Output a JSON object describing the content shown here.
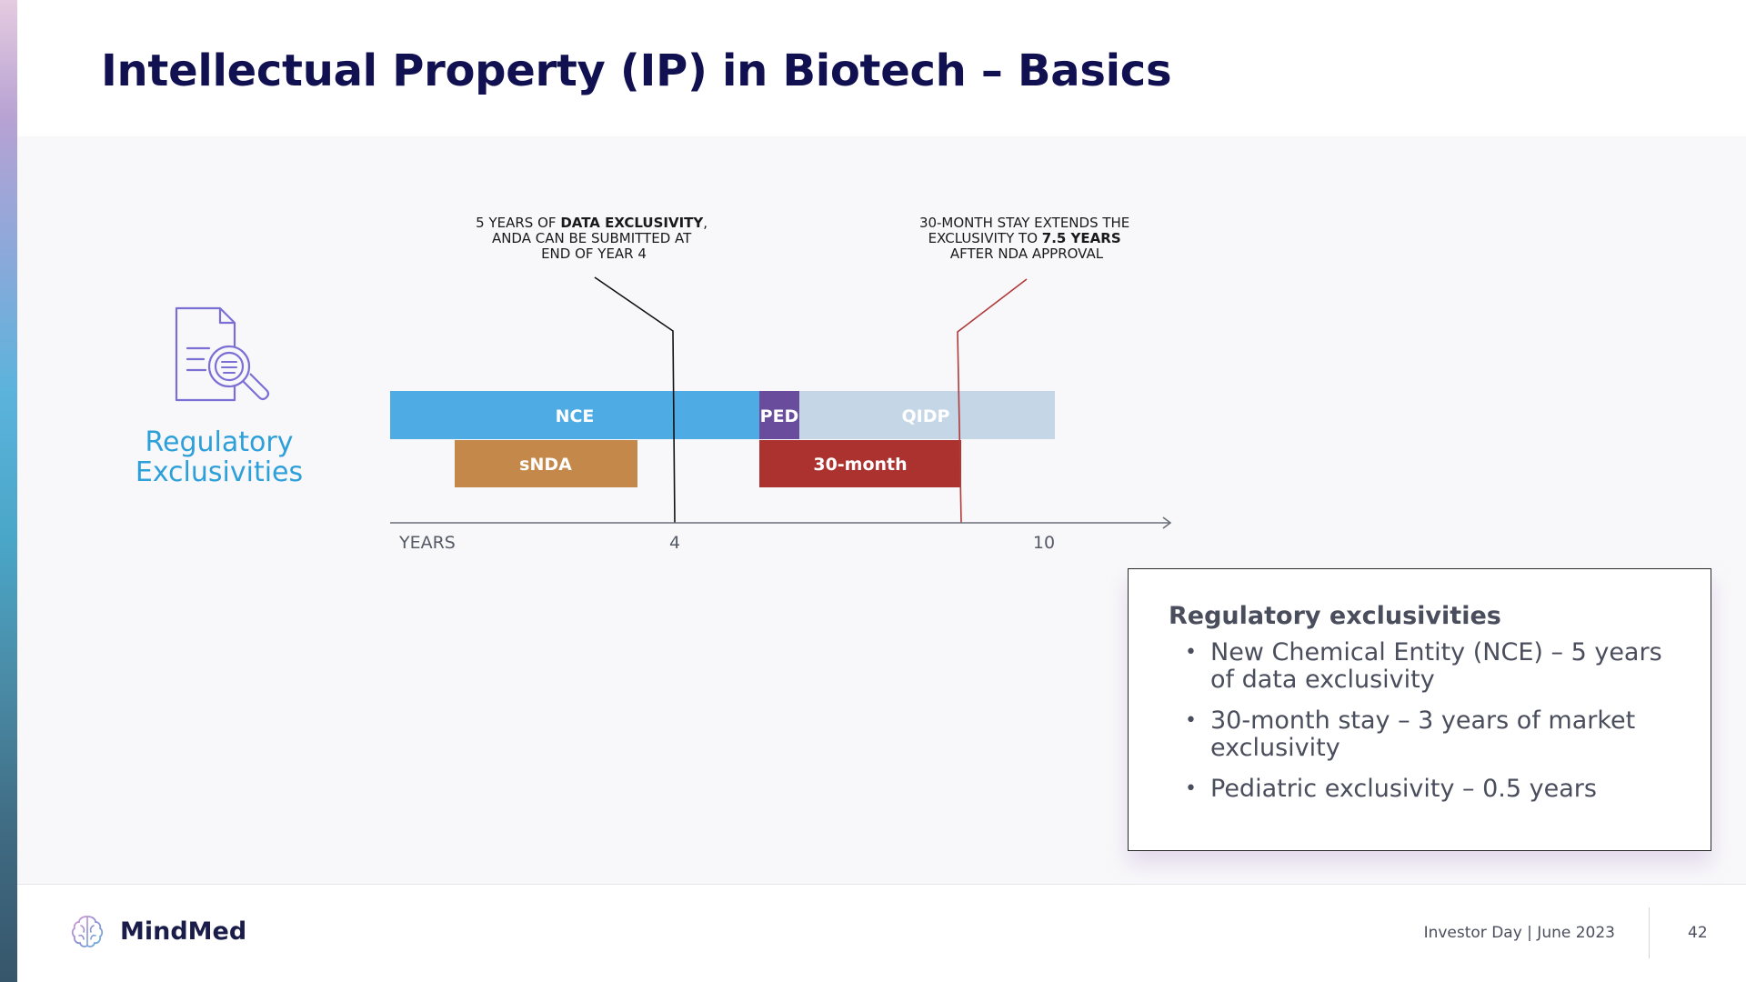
{
  "slide": {
    "title": "Intellectual Property (IP) in Biotech – Basics",
    "section_label": [
      "Regulatory",
      "Exclusivities"
    ],
    "section_icon": "document-search-icon"
  },
  "diagram": {
    "callout_left": [
      [
        {
          "t": "5 YEARS OF ",
          "b": false
        },
        {
          "t": "DATA EXCLUSIVITY",
          "b": true
        },
        {
          "t": ",",
          "b": false
        }
      ],
      [
        {
          "t": "ANDA CAN BE SUBMITTED AT",
          "b": false
        }
      ],
      [
        {
          "t": "END OF YEAR 4",
          "b": false
        }
      ]
    ],
    "callout_right": [
      [
        {
          "t": "30-MONTH STAY EXTENDS THE",
          "b": false
        }
      ],
      [
        {
          "t": "EXCLUSIVITY TO ",
          "b": false
        },
        {
          "t": "7.5 YEARS",
          "b": true
        }
      ],
      [
        {
          "t": "AFTER NDA APPROVAL",
          "b": false
        }
      ]
    ],
    "bars": [
      {
        "key": "nce",
        "label": "NCE",
        "color": "#4eabe4",
        "text_color": "#ffffff"
      },
      {
        "key": "ped",
        "label": "PED",
        "color": "#6a4c9c",
        "text_color": "#ffffff"
      },
      {
        "key": "qidp",
        "label": "QIDP",
        "color": "#c5d6e6",
        "text_color": "#111111"
      },
      {
        "key": "snda",
        "label": "sNDA",
        "color": "#c4894a",
        "text_color": "#ffffff"
      },
      {
        "key": "thirty_month",
        "label": "30-month",
        "color": "#ac3230",
        "text_color": "#ffffff"
      }
    ],
    "axis": {
      "start_label": "YEARS",
      "ticks": [
        "4",
        "10"
      ]
    },
    "marker_colors": {
      "left": "#111111",
      "right": "#b0393a"
    }
  },
  "info_box": {
    "heading": "Regulatory exclusivities",
    "items": [
      [
        "New Chemical Entity (NCE) – 5 years",
        "of data exclusivity"
      ],
      [
        "30-month stay – 3 years of market",
        "exclusivity"
      ],
      [
        "Pediatric exclusivity – 0.5 years"
      ]
    ]
  },
  "footer": {
    "brand": "MindMed",
    "logo_icon": "brain-logo-icon",
    "event": "Investor Day | June 2023",
    "page_number": "42"
  }
}
